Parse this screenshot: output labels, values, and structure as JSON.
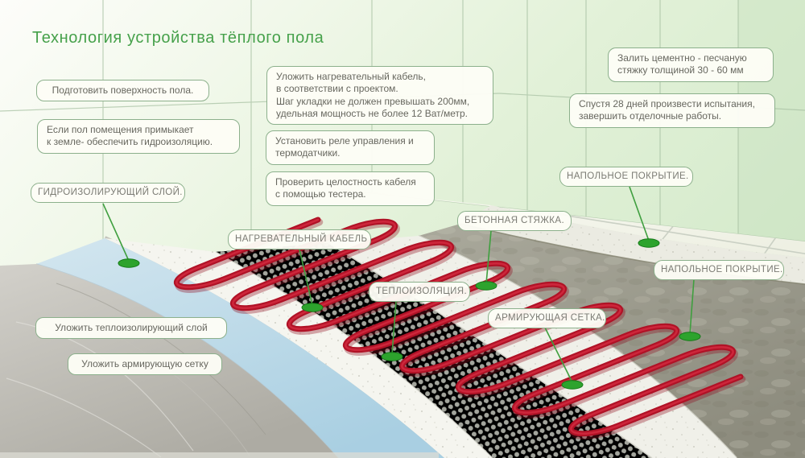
{
  "title": "Технология устройства тёплого пола",
  "steps": {
    "prepare": "Подготовить поверхность пола.",
    "hydro_note": "Если пол помещения примыкает\nк земле- обеспечить гидроизоляцию.",
    "lay_cable": "Уложить нагревательный кабель,\nв соответствии с проектом.\nШаг укладки не должен превышать 200мм,\nудельная мощность не более 12 Ват/метр.",
    "relay": "Установить реле управления и\nтермодатчики.",
    "test": "Проверить целостность кабеля\nс помощью тестера.",
    "pour": "Залить цементно - песчаную\nстяжку толщиной 30 - 60 мм",
    "after28": "Спустя 28 дней произвести испытания,\nзавершить отделочные работы.",
    "lay_insulation": "Уложить теплоизолирующий слой",
    "lay_mesh": "Уложить армирующую сетку"
  },
  "layers": {
    "hydro": "ГИДРОИЗОЛИРУЮЩИЙ СЛОЙ.",
    "cable": "НАГРЕВАТЕЛЬНЫЙ КАБЕЛЬ",
    "insulation": "ТЕПЛОИЗОЛЯЦИЯ.",
    "concrete": "БЕТОННАЯ СТЯЖКА.",
    "mesh": "АРМИРУЮЩАЯ СЕТКА.",
    "floor_cover_1": "НАПОЛЬНОЕ ПОКРЫТИЕ.",
    "floor_cover_2": "НАПОЛЬНОЕ ПОКРЫТИЕ."
  },
  "colors": {
    "title_green": "#46a14b",
    "box_border_green": "#8cb08c",
    "text_grey": "#67675f",
    "cable_red": "#b01226",
    "marker_green": "#2da32d",
    "hydro_blue": "#b9d7e6",
    "screed_grey": "#9d9c8e",
    "wall_green": "#d6ebcd"
  }
}
